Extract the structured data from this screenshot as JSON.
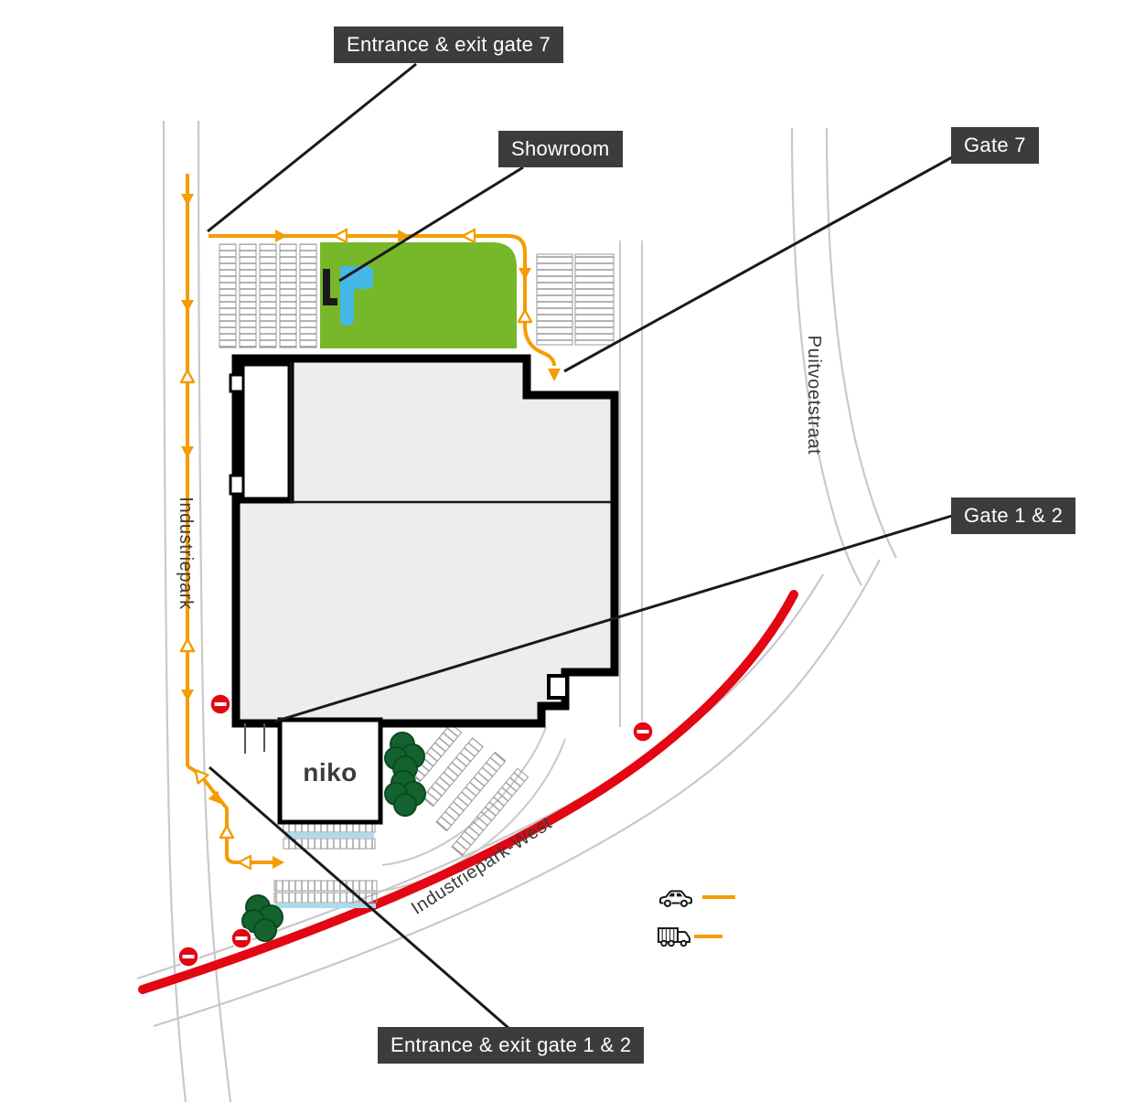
{
  "callouts": {
    "entrance_exit_gate_7": "Entrance & exit gate 7",
    "showroom": "Showroom",
    "gate_7": "Gate 7",
    "gate_1_2": "Gate 1 & 2",
    "entrance_exit_gate_1_2": "Entrance & exit gate 1 & 2"
  },
  "streets": {
    "industriepark": "Industriepark",
    "puitvoetstraat": "Puitvoetstraat",
    "industriepark_west": "Industriepark-West"
  },
  "building": {
    "logo": "niko"
  },
  "legend": {
    "car_icon": "car-icon",
    "truck_icon": "truck-icon"
  },
  "icons": {
    "no_entry": "no-entry-icon"
  },
  "colors": {
    "route_orange": "#F59C00",
    "road_closed_red": "#E30613",
    "lawn_green": "#76B829",
    "water_blue": "#45B8E8",
    "callout_bg": "#3C3C3B",
    "callout_text": "#FFFFFF",
    "building_fill": "#EDEDED",
    "road_gray": "#C9C9C9",
    "parking_gray": "#9A9A9A",
    "tree_green": "#14632E"
  }
}
